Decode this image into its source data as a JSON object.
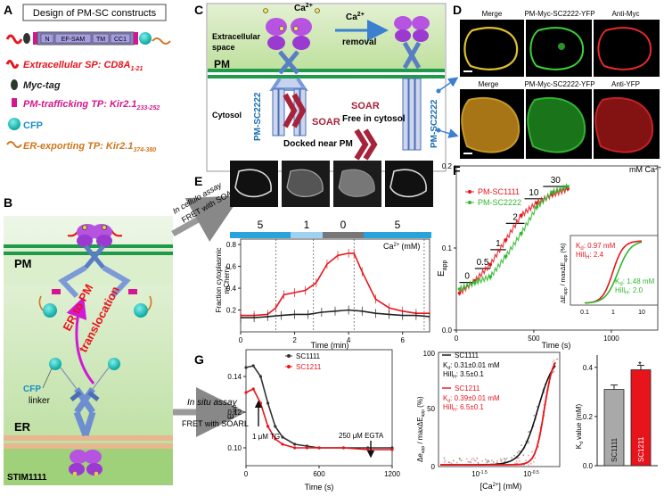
{
  "panelA": {
    "letter": "A",
    "title": "Design of PM-SC constructs",
    "construct_labels": [
      "N",
      "EF-SAM",
      "TM",
      "CC1"
    ],
    "legend": [
      {
        "text": "Extracellular SP: CD8A",
        "sub": "1-21",
        "color": "#e8141c"
      },
      {
        "text": "Myc-tag",
        "sub": "",
        "color": "#222222"
      },
      {
        "text": "PM-trafficking TP: Kir2.1",
        "sub": "233-252",
        "color": "#d4178f"
      },
      {
        "text": "CFP",
        "sub": "",
        "color": "#1a8fc9"
      },
      {
        "text": "ER-exporting TP: Kir2.1",
        "sub": "374-380",
        "color": "#d1761d"
      }
    ]
  },
  "panelB": {
    "letter": "B",
    "pm_label": "PM",
    "er_label": "ER",
    "arrow_label_1": "ER to PM",
    "arrow_label_2": "translocation",
    "cfp_label": "CFP",
    "linker_label": "linker",
    "stim_label": "STIM1111",
    "in_cellulo_1": "In cellulo assay",
    "in_cellulo_2": "FRET with SOARL",
    "in_situ_1": "In situ assay",
    "in_situ_2": "FRET with SOARL"
  },
  "panelC": {
    "letter": "C",
    "extracellular": [
      "Extracellular",
      "space"
    ],
    "pm": "PM",
    "cytosol": "Cytosol",
    "ca_label": "Ca",
    "ca2_label": "Ca",
    "removal": "removal",
    "pm_sc_left": "PM-SC2222",
    "pm_sc_right": "PM-SC2222",
    "soar_left": "SOAR",
    "soar_left_sub": "Docked near PM",
    "soar_right": "SOAR",
    "soar_right_sub": "Free in cytosol"
  },
  "panelD": {
    "letter": "D",
    "headers": [
      "Merge",
      "PM-Myc-SC2222-YFP",
      "Anti-Myc"
    ],
    "headers2": [
      "Merge",
      "PM-Myc-SC2222-YFP",
      "Anti-YFP"
    ]
  },
  "panelE": {
    "letter": "E",
    "ca_steps": [
      "5",
      "1",
      "0",
      "5"
    ],
    "ca_label": "Ca",
    "ca_unit": "(mM)",
    "ylabel_1": "Fraction cytoplasmic",
    "ylabel_2": "mCherry",
    "xlabel": "Time (min)",
    "xticks": [
      "0",
      "2",
      "4",
      "6"
    ],
    "yticks": [
      "0.2",
      "0.4",
      "0.6",
      "0.8"
    ]
  },
  "panelF": {
    "letter": "F",
    "conc_labels": [
      "0",
      "0.5",
      "1",
      "2",
      "10",
      "30"
    ],
    "conc_unit": "mM Ca",
    "series": [
      {
        "name": "PM-SC1111",
        "color": "#e8141c"
      },
      {
        "name": "PM-SC2222",
        "color": "#2db82d"
      }
    ],
    "ylabel": "E",
    "ylabel_sub": "app",
    "xlabel": "Time (s)",
    "xticks": [
      "0",
      "500",
      "1000"
    ],
    "yticks": [
      "0.0",
      "0.1",
      "0.2"
    ],
    "inset": {
      "red_kd": "K",
      "red_kd_val": ": 0.97 mM",
      "red_hill": "Hill",
      "red_hill_val": ": 2.4",
      "green_kd_val": ": 1.48 mM",
      "green_hill_val": ": 2.0",
      "xticks": [
        "0.1",
        "1",
        "10"
      ],
      "ylabel": "ΔE",
      "ylabel_rest": " / maxΔE",
      "ylabel_unit": " (%)"
    }
  },
  "panelG": {
    "letter": "G",
    "series": [
      {
        "name": "SC1111",
        "color": "#333333"
      },
      {
        "name": "SC1211",
        "color": "#e8141c"
      }
    ],
    "tg_label": "1 μM TG",
    "egta_label": "250 μM EGTA",
    "ylabel": "E",
    "ylabel_sub": "app",
    "xlabel": "Time (s)",
    "xticks": [
      "0",
      "600",
      "1200"
    ],
    "yticks": [
      "0.10",
      "0.12",
      "0.14"
    ],
    "mid": {
      "legend_black": "SC1111",
      "black_kd": ": 0.31±0.01 mM",
      "black_hill": ": 3.5±0.1",
      "legend_red": "SC1211",
      "red_kd": ": 0.39±0.01 mM",
      "red_hill": ": 6.5±0.1",
      "yticks": [
        "0",
        "50",
        "100"
      ],
      "xticks": [
        "10",
        "10"
      ],
      "xtick_exps": [
        "-1.5",
        "-0.5"
      ],
      "xlabel": "[Ca",
      "xlabel_rest": "] (mM)",
      "ylabel": "Δe",
      "ylabel_rest": " / maxΔE",
      "ylabel_unit": " (%)"
    },
    "bars": {
      "ylabel": "K",
      "ylabel_sub": "d",
      "ylabel_rest": " value (mM)",
      "yticks": [
        "0.0",
        "0.2",
        "0.4"
      ],
      "star": "*"
    }
  },
  "chart_data": [
    {
      "type": "line",
      "title": "",
      "xlabel": "Time (min)",
      "ylabel": "Fraction cytoplasmic mCherry",
      "xlim": [
        0,
        7
      ],
      "ylim": [
        0.0,
        0.85
      ],
      "series": [
        {
          "name": "red",
          "color": "#e8141c",
          "x": [
            0,
            0.5,
            1.0,
            1.3,
            1.6,
            2.0,
            2.4,
            2.8,
            3.2,
            3.6,
            4.0,
            4.2,
            4.5,
            5.0,
            5.5,
            6.0,
            6.5,
            7.0
          ],
          "y": [
            0.15,
            0.15,
            0.16,
            0.22,
            0.34,
            0.36,
            0.38,
            0.45,
            0.62,
            0.7,
            0.72,
            0.72,
            0.55,
            0.3,
            0.22,
            0.19,
            0.17,
            0.17
          ]
        },
        {
          "name": "black",
          "color": "#222222",
          "x": [
            0,
            0.5,
            1.0,
            1.5,
            2.0,
            2.5,
            3.0,
            3.5,
            4.0,
            4.5,
            5.0,
            5.5,
            6.0,
            6.5,
            7.0
          ],
          "y": [
            0.13,
            0.13,
            0.14,
            0.15,
            0.16,
            0.16,
            0.18,
            0.19,
            0.2,
            0.19,
            0.17,
            0.16,
            0.15,
            0.15,
            0.14
          ]
        }
      ]
    },
    {
      "type": "scatter",
      "title": "",
      "xlabel": "Time (s)",
      "ylabel": "Eapp",
      "xlim": [
        0,
        1300
      ],
      "ylim": [
        0.0,
        0.2
      ],
      "series": [
        {
          "name": "PM-SC1111",
          "color": "#e8141c",
          "x": [
            20,
            120,
            220,
            320,
            420,
            520,
            620,
            720
          ],
          "y": [
            0.045,
            0.06,
            0.08,
            0.11,
            0.14,
            0.155,
            0.165,
            0.172
          ]
        },
        {
          "name": "PM-SC2222",
          "color": "#2db82d",
          "x": [
            20,
            120,
            220,
            320,
            420,
            520,
            620,
            720
          ],
          "y": [
            0.05,
            0.058,
            0.065,
            0.09,
            0.118,
            0.15,
            0.168,
            0.175
          ]
        }
      ]
    },
    {
      "type": "line",
      "title": "",
      "xlabel": "Time (s)",
      "ylabel": "Eapp",
      "xlim": [
        0,
        1200
      ],
      "ylim": [
        0.09,
        0.155
      ],
      "series": [
        {
          "name": "SC1111",
          "color": "#333333",
          "x": [
            0,
            60,
            120,
            180,
            240,
            300,
            400,
            500,
            600,
            800,
            1000,
            1200
          ],
          "y": [
            0.145,
            0.146,
            0.14,
            0.125,
            0.112,
            0.106,
            0.102,
            0.101,
            0.1,
            0.1,
            0.1,
            0.1
          ]
        },
        {
          "name": "SC1211",
          "color": "#e8141c",
          "x": [
            0,
            60,
            120,
            180,
            240,
            300,
            400,
            500,
            600,
            800,
            1000,
            1200
          ],
          "y": [
            0.131,
            0.133,
            0.125,
            0.112,
            0.105,
            0.102,
            0.1,
            0.1,
            0.1,
            0.1,
            0.099,
            0.099
          ]
        }
      ]
    },
    {
      "type": "bar",
      "title": "",
      "categories": [
        "SC1111",
        "SC1211"
      ],
      "values": [
        0.31,
        0.39
      ],
      "ylabel": "Kd value (mM)",
      "ylim": [
        0,
        0.45
      ]
    }
  ]
}
